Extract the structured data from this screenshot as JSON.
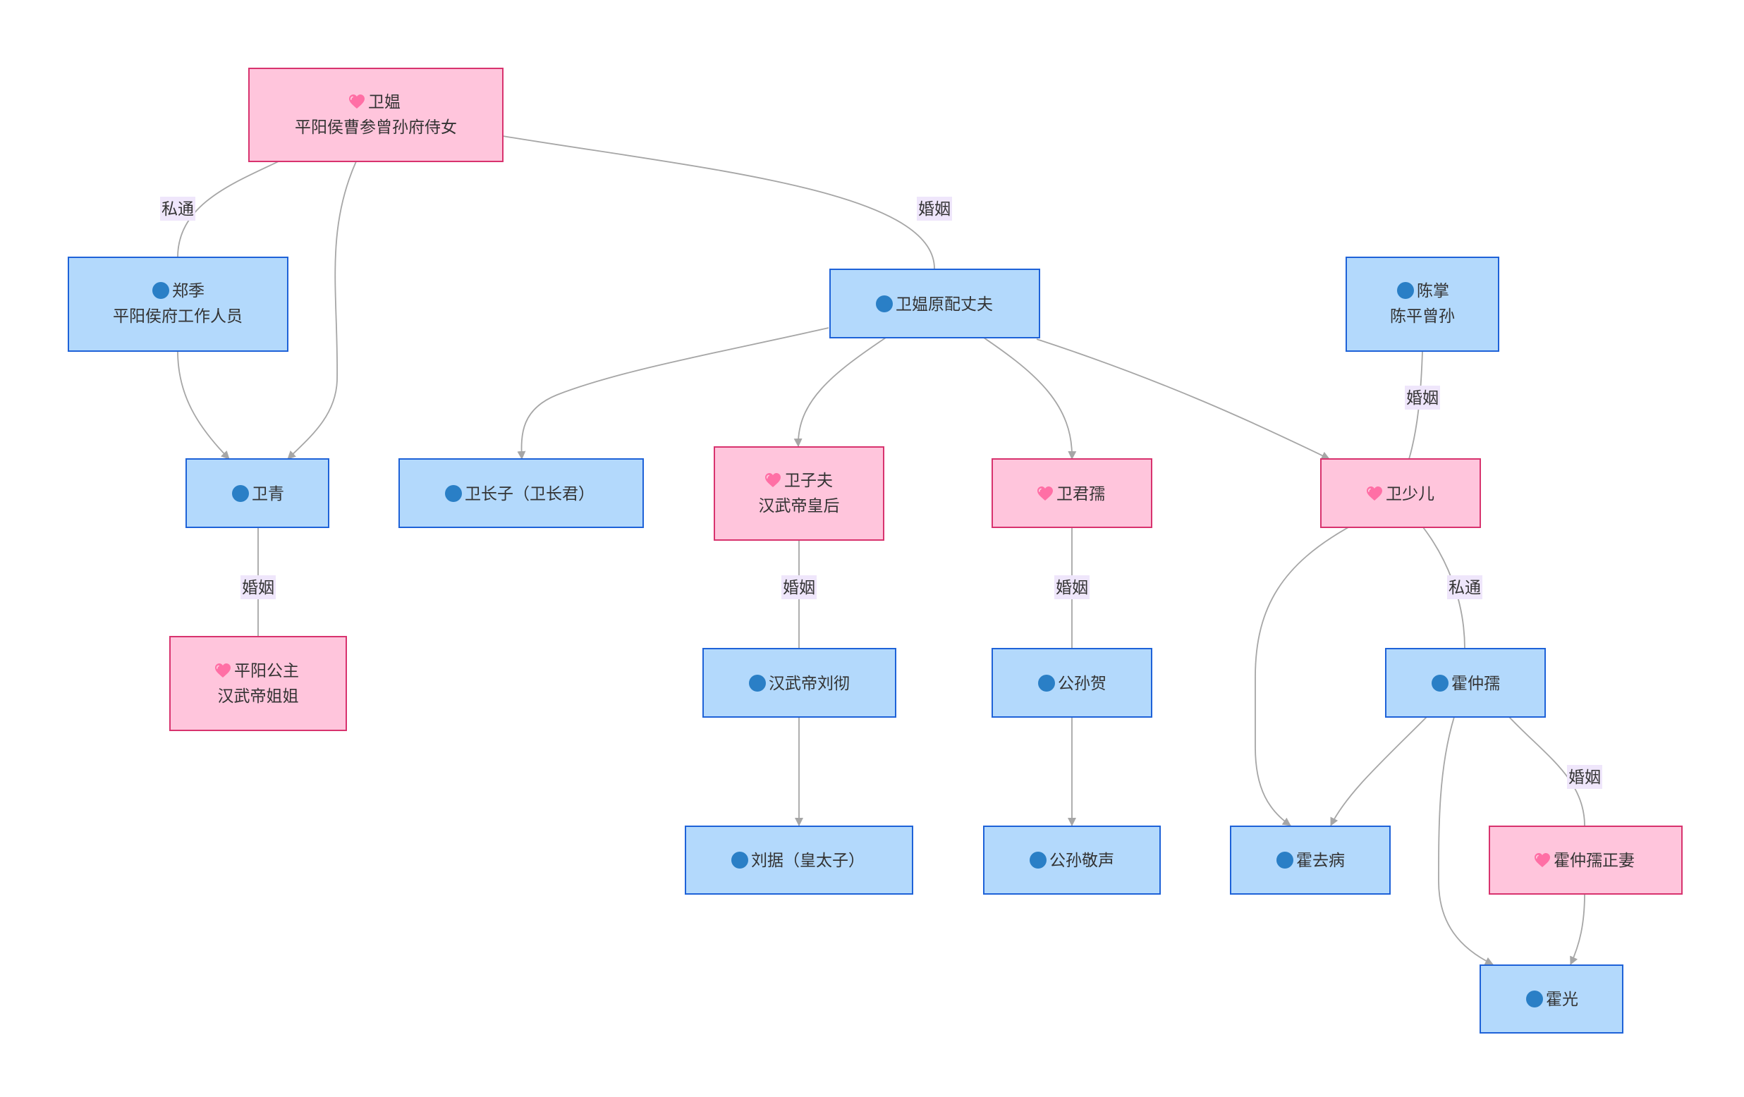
{
  "icons": {
    "female": "heart-icon",
    "male": "circle-icon",
    "female_color": "#ff6fa5",
    "male_color": "#2a7fc6"
  },
  "colors": {
    "female_fill": "#ffc5dc",
    "female_border": "#d8336e",
    "male_fill": "#b3d9fc",
    "male_border": "#1e62d8",
    "edge": "#a6a6a6",
    "edge_label_bg": "#efe6fb"
  },
  "nodes": {
    "weiao": {
      "name": "卫媪",
      "desc": "平阳侯曹参曾孙府侍女",
      "gender": "female"
    },
    "zhengji": {
      "name": "郑季",
      "desc": "平阳侯府工作人员",
      "gender": "male"
    },
    "weiao_husband": {
      "name": "卫媪原配丈夫",
      "gender": "male"
    },
    "chenzhang": {
      "name": "陈掌",
      "desc": "陈平曾孙",
      "gender": "male"
    },
    "weiqing": {
      "name": "卫青",
      "gender": "male"
    },
    "weichangzi": {
      "name": "卫长子（卫长君）",
      "gender": "male"
    },
    "weizifu": {
      "name": "卫子夫",
      "desc": "汉武帝皇后",
      "gender": "female"
    },
    "weijunru": {
      "name": "卫君孺",
      "gender": "female"
    },
    "weishaoer": {
      "name": "卫少儿",
      "gender": "female"
    },
    "pingyang": {
      "name": "平阳公主",
      "desc": "汉武帝姐姐",
      "gender": "female"
    },
    "liuche": {
      "name": "汉武帝刘彻",
      "gender": "male"
    },
    "gongsunhe": {
      "name": "公孙贺",
      "gender": "male"
    },
    "huozhongru": {
      "name": "霍仲孺",
      "gender": "male"
    },
    "liuju": {
      "name": "刘据（皇太子）",
      "gender": "male"
    },
    "gongsunjingsheng": {
      "name": "公孙敬声",
      "gender": "male"
    },
    "huoqubing": {
      "name": "霍去病",
      "gender": "male"
    },
    "huozhongru_wife": {
      "name": "霍仲孺正妻",
      "gender": "female"
    },
    "huoguang": {
      "name": "霍光",
      "gender": "male"
    }
  },
  "edges": {
    "weiao_zhengji": {
      "label": "私通"
    },
    "weiao_husband": {
      "label": "婚姻"
    },
    "chenzhang_weishaoer": {
      "label": "婚姻"
    },
    "weiqing_pingyang": {
      "label": "婚姻"
    },
    "weizifu_liuche": {
      "label": "婚姻"
    },
    "weijunru_gongsunhe": {
      "label": "婚姻"
    },
    "weishaoer_huozhongru": {
      "label": "私通"
    },
    "huozhongru_wife": {
      "label": "婚姻"
    }
  }
}
